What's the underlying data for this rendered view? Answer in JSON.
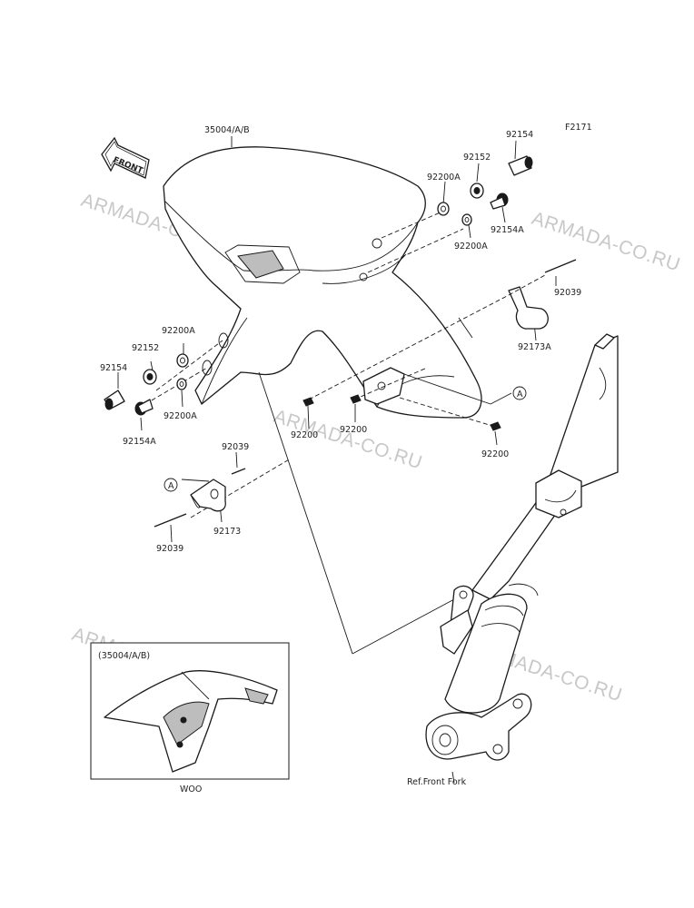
{
  "diagram_code": "F2171",
  "watermark": "ARMADA-CO.RU",
  "front_arrow_label": "FRONT",
  "parts": {
    "fender": "35004/A/B",
    "bolt_top": "92154",
    "collar_top": "92152",
    "washer_top": "92200A",
    "bolt_a_top": "92154A",
    "washer_a_top": "92200A",
    "pin_right": "92039",
    "bracket_right": "92173A",
    "ref_callout_right": "A",
    "nut_right": "92200",
    "washer_left_top": "92200A",
    "collar_left": "92152",
    "bolt_left": "92154",
    "washer_left_bottom": "92200A",
    "bolt_a_left": "92154A",
    "nut_left": "92200",
    "nut_center": "92200",
    "pin_left_top": "92039",
    "ref_callout_left": "A",
    "bracket_left": "92173",
    "pin_left_bottom": "92039",
    "ref_front_fork": "Ref.Front Fork"
  },
  "inset": {
    "title": "(35004/A/B)",
    "caption": "WOO"
  }
}
